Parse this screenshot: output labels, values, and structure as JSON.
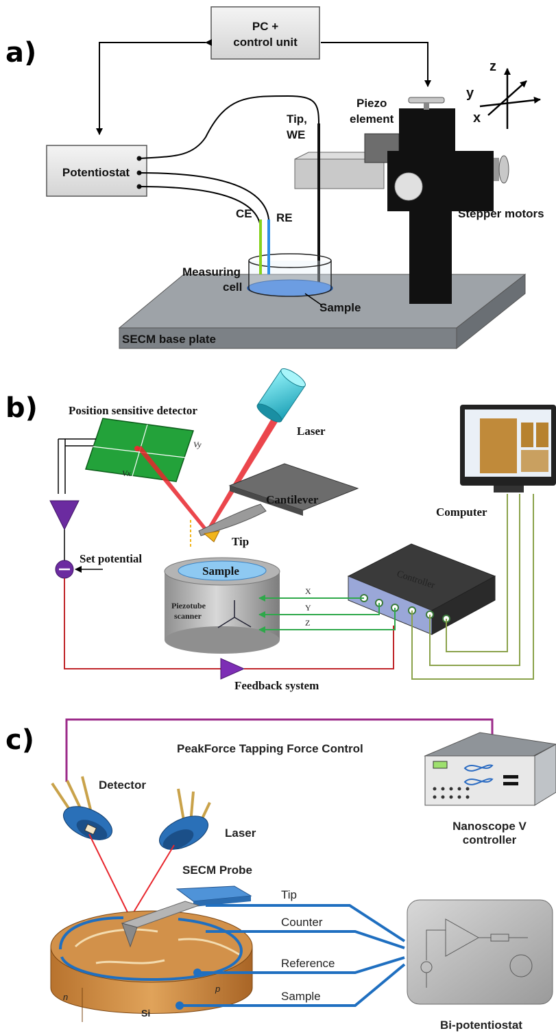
{
  "panels": {
    "a": {
      "letter": "a)",
      "pc_line1": "PC +",
      "pc_line2": "control unit",
      "potentiostat": "Potentiostat",
      "tip_line1": "Tip,",
      "tip_line2": "WE",
      "piezo_line1": "Piezo",
      "piezo_line2": "element",
      "stepper": "Stepper motors",
      "ce": "CE",
      "re": "RE",
      "cell_line1": "Measuring",
      "cell_line2": "cell",
      "sample": "Sample",
      "base": "SECM base plate",
      "axis_x": "x",
      "axis_y": "y",
      "axis_z": "z"
    },
    "b": {
      "letter": "b)",
      "psd": "Position sensitive detector",
      "vy": "Vy",
      "vx": "Vx",
      "laser": "Laser",
      "cantilever": "Cantilever",
      "tip": "Tip",
      "set_potential": "Set potential",
      "sample": "Sample",
      "piezo_line1": "Piezotube",
      "piezo_line2": "scanner",
      "controller": "Controller",
      "computer": "Computer",
      "feedback": "Feedback system",
      "x": "X",
      "y": "Y",
      "z": "Z"
    },
    "c": {
      "letter": "c)",
      "title": "PeakForce Tapping Force Control",
      "detector": "Detector",
      "laser": "Laser",
      "nanoscope_line1": "Nanoscope V",
      "nanoscope_line2": "controller",
      "secm_probe": "SECM Probe",
      "tip": "Tip",
      "counter": "Counter",
      "reference": "Reference",
      "sample": "Sample",
      "n": "n",
      "p": "p",
      "si": "Si",
      "bipot": "Bi-potentiostat"
    }
  }
}
